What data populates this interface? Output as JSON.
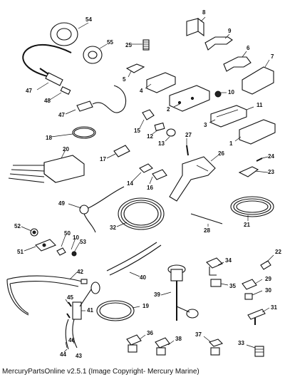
{
  "footer": {
    "text": "MercuryPartsOnline v2.5.1 (Image Copyright- Mercury Marine)"
  },
  "callouts": [
    "1",
    "2",
    "3",
    "4",
    "5",
    "6",
    "7",
    "8",
    "9",
    "10",
    "11",
    "12",
    "13",
    "14",
    "15",
    "16",
    "17",
    "18",
    "19",
    "20",
    "21",
    "22",
    "23",
    "24",
    "25",
    "26",
    "27",
    "28",
    "29",
    "30",
    "31",
    "32",
    "33",
    "34",
    "35",
    "36",
    "37",
    "38",
    "39",
    "40",
    "41",
    "42",
    "43",
    "44",
    "45",
    "46",
    "47",
    "48",
    "49",
    "50",
    "51",
    "52",
    "53",
    "54",
    "55"
  ]
}
